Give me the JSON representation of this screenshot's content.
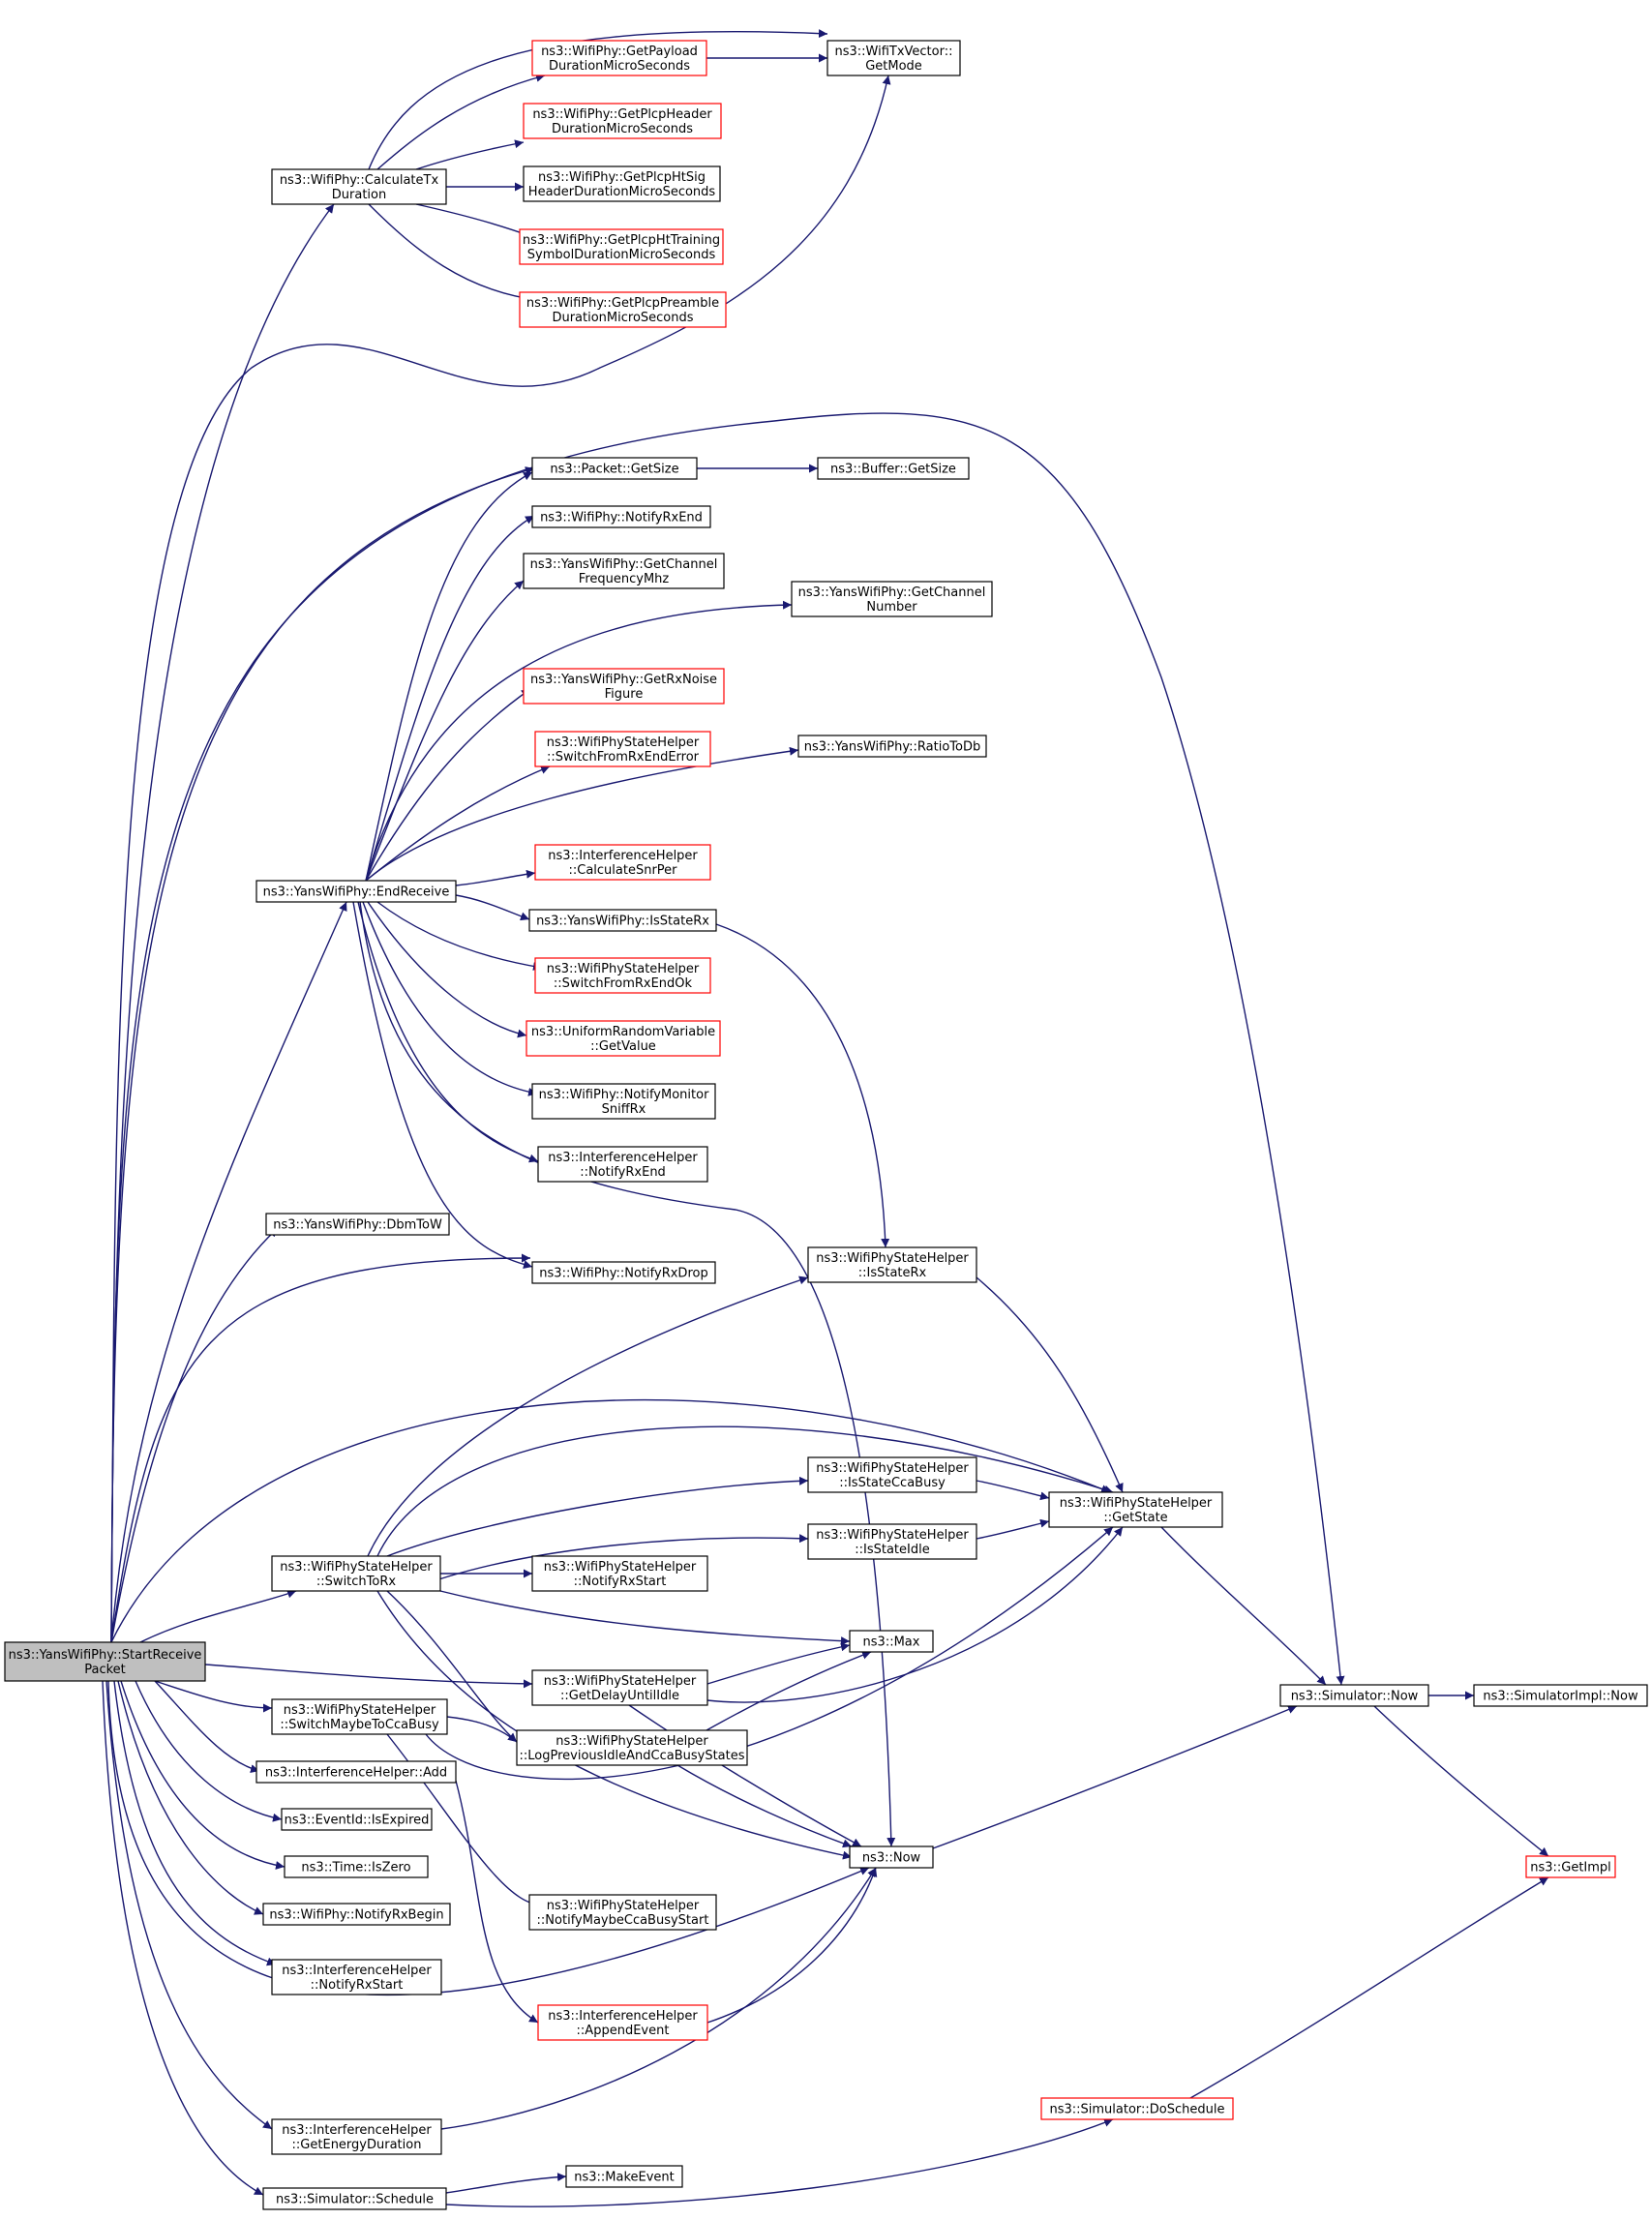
{
  "diagram": {
    "type": "call-graph",
    "colors": {
      "edge": "#191970",
      "root_fill": "#bfbfbf",
      "node_fill": "#ffffff",
      "documented_border": "#000000",
      "truncated_border": "#ff0000"
    },
    "nodes": [
      {
        "id": "start",
        "lines": [
          "ns3::YansWifiPhy::StartReceive",
          "Packet"
        ],
        "style": "root"
      },
      {
        "id": "calctx",
        "lines": [
          "ns3::WifiPhy::CalculateTx",
          "Duration"
        ],
        "style": "black"
      },
      {
        "id": "payload",
        "lines": [
          "ns3::WifiPhy::GetPayload",
          "DurationMicroSeconds"
        ],
        "style": "red"
      },
      {
        "id": "plcphdr",
        "lines": [
          "ns3::WifiPhy::GetPlcpHeader",
          "DurationMicroSeconds"
        ],
        "style": "red"
      },
      {
        "id": "htsig",
        "lines": [
          "ns3::WifiPhy::GetPlcpHtSig",
          "HeaderDurationMicroSeconds"
        ],
        "style": "black"
      },
      {
        "id": "httrain",
        "lines": [
          "ns3::WifiPhy::GetPlcpHtTraining",
          "SymbolDurationMicroSeconds"
        ],
        "style": "red"
      },
      {
        "id": "preamble",
        "lines": [
          "ns3::WifiPhy::GetPlcpPreamble",
          "DurationMicroSeconds"
        ],
        "style": "red"
      },
      {
        "id": "getmode",
        "lines": [
          "ns3::WifiTxVector::",
          "GetMode"
        ],
        "style": "black"
      },
      {
        "id": "pktsize",
        "lines": [
          "ns3::Packet::GetSize"
        ],
        "style": "black"
      },
      {
        "id": "bufsize",
        "lines": [
          "ns3::Buffer::GetSize"
        ],
        "style": "black"
      },
      {
        "id": "notifyrxend",
        "lines": [
          "ns3::WifiPhy::NotifyRxEnd"
        ],
        "style": "black"
      },
      {
        "id": "chfreq",
        "lines": [
          "ns3::YansWifiPhy::GetChannel",
          "FrequencyMhz"
        ],
        "style": "black"
      },
      {
        "id": "chnum",
        "lines": [
          "ns3::YansWifiPhy::GetChannel",
          "Number"
        ],
        "style": "black"
      },
      {
        "id": "noise",
        "lines": [
          "ns3::YansWifiPhy::GetRxNoise",
          "Figure"
        ],
        "style": "red"
      },
      {
        "id": "ratiodb",
        "lines": [
          "ns3::YansWifiPhy::RatioToDb"
        ],
        "style": "black"
      },
      {
        "id": "swrxerr",
        "lines": [
          "ns3::WifiPhyStateHelper",
          "::SwitchFromRxEndError"
        ],
        "style": "red"
      },
      {
        "id": "endrx",
        "lines": [
          "ns3::YansWifiPhy::EndReceive"
        ],
        "style": "black"
      },
      {
        "id": "snrper",
        "lines": [
          "ns3::InterferenceHelper",
          "::CalculateSnrPer"
        ],
        "style": "red"
      },
      {
        "id": "isstaterx",
        "lines": [
          "ns3::YansWifiPhy::IsStateRx"
        ],
        "style": "black"
      },
      {
        "id": "swrxok",
        "lines": [
          "ns3::WifiPhyStateHelper",
          "::SwitchFromRxEndOk"
        ],
        "style": "red"
      },
      {
        "id": "urv",
        "lines": [
          "ns3::UniformRandomVariable",
          "::GetValue"
        ],
        "style": "red"
      },
      {
        "id": "monsniff",
        "lines": [
          "ns3::WifiPhy::NotifyMonitor",
          "SniffRx"
        ],
        "style": "black"
      },
      {
        "id": "ihrxend",
        "lines": [
          "ns3::InterferenceHelper",
          "::NotifyRxEnd"
        ],
        "style": "black"
      },
      {
        "id": "dbmtow",
        "lines": [
          "ns3::YansWifiPhy::DbmToW"
        ],
        "style": "black"
      },
      {
        "id": "rxdrop",
        "lines": [
          "ns3::WifiPhy::NotifyRxDrop"
        ],
        "style": "black"
      },
      {
        "id": "wpsh_isrx",
        "lines": [
          "ns3::WifiPhyStateHelper",
          "::IsStateRx"
        ],
        "style": "black"
      },
      {
        "id": "ccabusy",
        "lines": [
          "ns3::WifiPhyStateHelper",
          "::IsStateCcaBusy"
        ],
        "style": "black"
      },
      {
        "id": "getstate",
        "lines": [
          "ns3::WifiPhyStateHelper",
          "::GetState"
        ],
        "style": "black"
      },
      {
        "id": "isidle",
        "lines": [
          "ns3::WifiPhyStateHelper",
          "::IsStateIdle"
        ],
        "style": "black"
      },
      {
        "id": "switchrx",
        "lines": [
          "ns3::WifiPhyStateHelper",
          "::SwitchToRx"
        ],
        "style": "black"
      },
      {
        "id": "nrxstart",
        "lines": [
          "ns3::WifiPhyStateHelper",
          "::NotifyRxStart"
        ],
        "style": "black"
      },
      {
        "id": "max",
        "lines": [
          "ns3::Max"
        ],
        "style": "black"
      },
      {
        "id": "delayidle",
        "lines": [
          "ns3::WifiPhyStateHelper",
          "::GetDelayUntilIdle"
        ],
        "style": "black"
      },
      {
        "id": "simnow",
        "lines": [
          "ns3::Simulator::Now"
        ],
        "style": "black"
      },
      {
        "id": "implnow",
        "lines": [
          "ns3::SimulatorImpl::Now"
        ],
        "style": "black"
      },
      {
        "id": "swmaybecca",
        "lines": [
          "ns3::WifiPhyStateHelper",
          "::SwitchMaybeToCcaBusy"
        ],
        "style": "black"
      },
      {
        "id": "logprev",
        "lines": [
          "ns3::WifiPhyStateHelper",
          "::LogPreviousIdleAndCcaBusyStates"
        ],
        "style": "black"
      },
      {
        "id": "ihadd",
        "lines": [
          "ns3::InterferenceHelper::Add"
        ],
        "style": "black"
      },
      {
        "id": "expired",
        "lines": [
          "ns3::EventId::IsExpired"
        ],
        "style": "black"
      },
      {
        "id": "now",
        "lines": [
          "ns3::Now"
        ],
        "style": "black"
      },
      {
        "id": "getimpl",
        "lines": [
          "ns3::GetImpl"
        ],
        "style": "red"
      },
      {
        "id": "iszero",
        "lines": [
          "ns3::Time::IsZero"
        ],
        "style": "black"
      },
      {
        "id": "nrxbegin",
        "lines": [
          "ns3::WifiPhy::NotifyRxBegin"
        ],
        "style": "black"
      },
      {
        "id": "nccastart",
        "lines": [
          "ns3::WifiPhyStateHelper",
          "::NotifyMaybeCcaBusyStart"
        ],
        "style": "black"
      },
      {
        "id": "ihrxstart",
        "lines": [
          "ns3::InterferenceHelper",
          "::NotifyRxStart"
        ],
        "style": "black"
      },
      {
        "id": "appendevt",
        "lines": [
          "ns3::InterferenceHelper",
          "::AppendEvent"
        ],
        "style": "red"
      },
      {
        "id": "doschedule",
        "lines": [
          "ns3::Simulator::DoSchedule"
        ],
        "style": "red"
      },
      {
        "id": "energydur",
        "lines": [
          "ns3::InterferenceHelper",
          "::GetEnergyDuration"
        ],
        "style": "black"
      },
      {
        "id": "makeevent",
        "lines": [
          "ns3::MakeEvent"
        ],
        "style": "black"
      },
      {
        "id": "schedule",
        "lines": [
          "ns3::Simulator::Schedule"
        ],
        "style": "black"
      }
    ]
  }
}
